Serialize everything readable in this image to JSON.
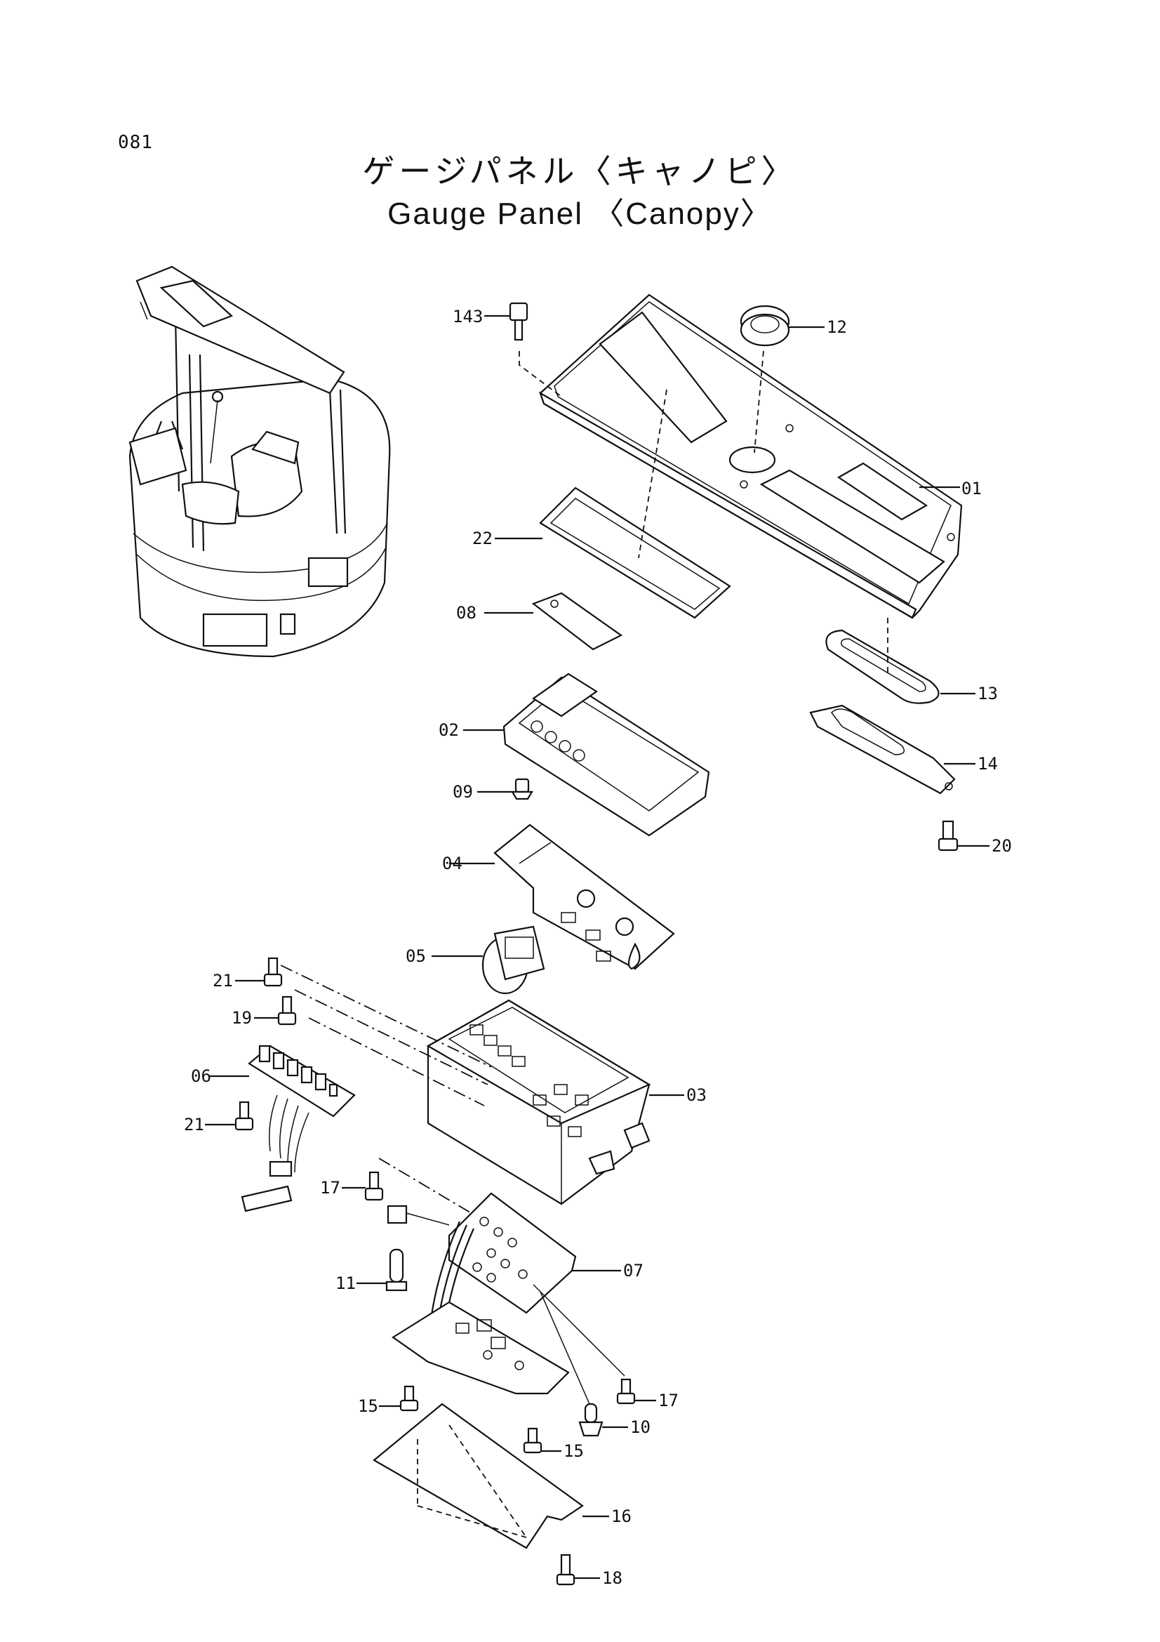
{
  "page_number": "081",
  "title_jp": "ゲージパネル〈キャノピ〉",
  "title_en": "Gauge Panel 〈Canopy〉",
  "part_labels": {
    "p143": "143",
    "p12": "12",
    "p01": "01",
    "p22": "22",
    "p08": "08",
    "p13": "13",
    "p02": "02",
    "p14": "14",
    "p09": "09",
    "p20": "20",
    "p04": "04",
    "p05": "05",
    "p21a": "21",
    "p19": "19",
    "p06": "06",
    "p03": "03",
    "p21b": "21",
    "p17a": "17",
    "p07": "07",
    "p11": "11",
    "p17b": "17",
    "p15a": "15",
    "p10": "10",
    "p15b": "15",
    "p16": "16",
    "p18": "18"
  }
}
